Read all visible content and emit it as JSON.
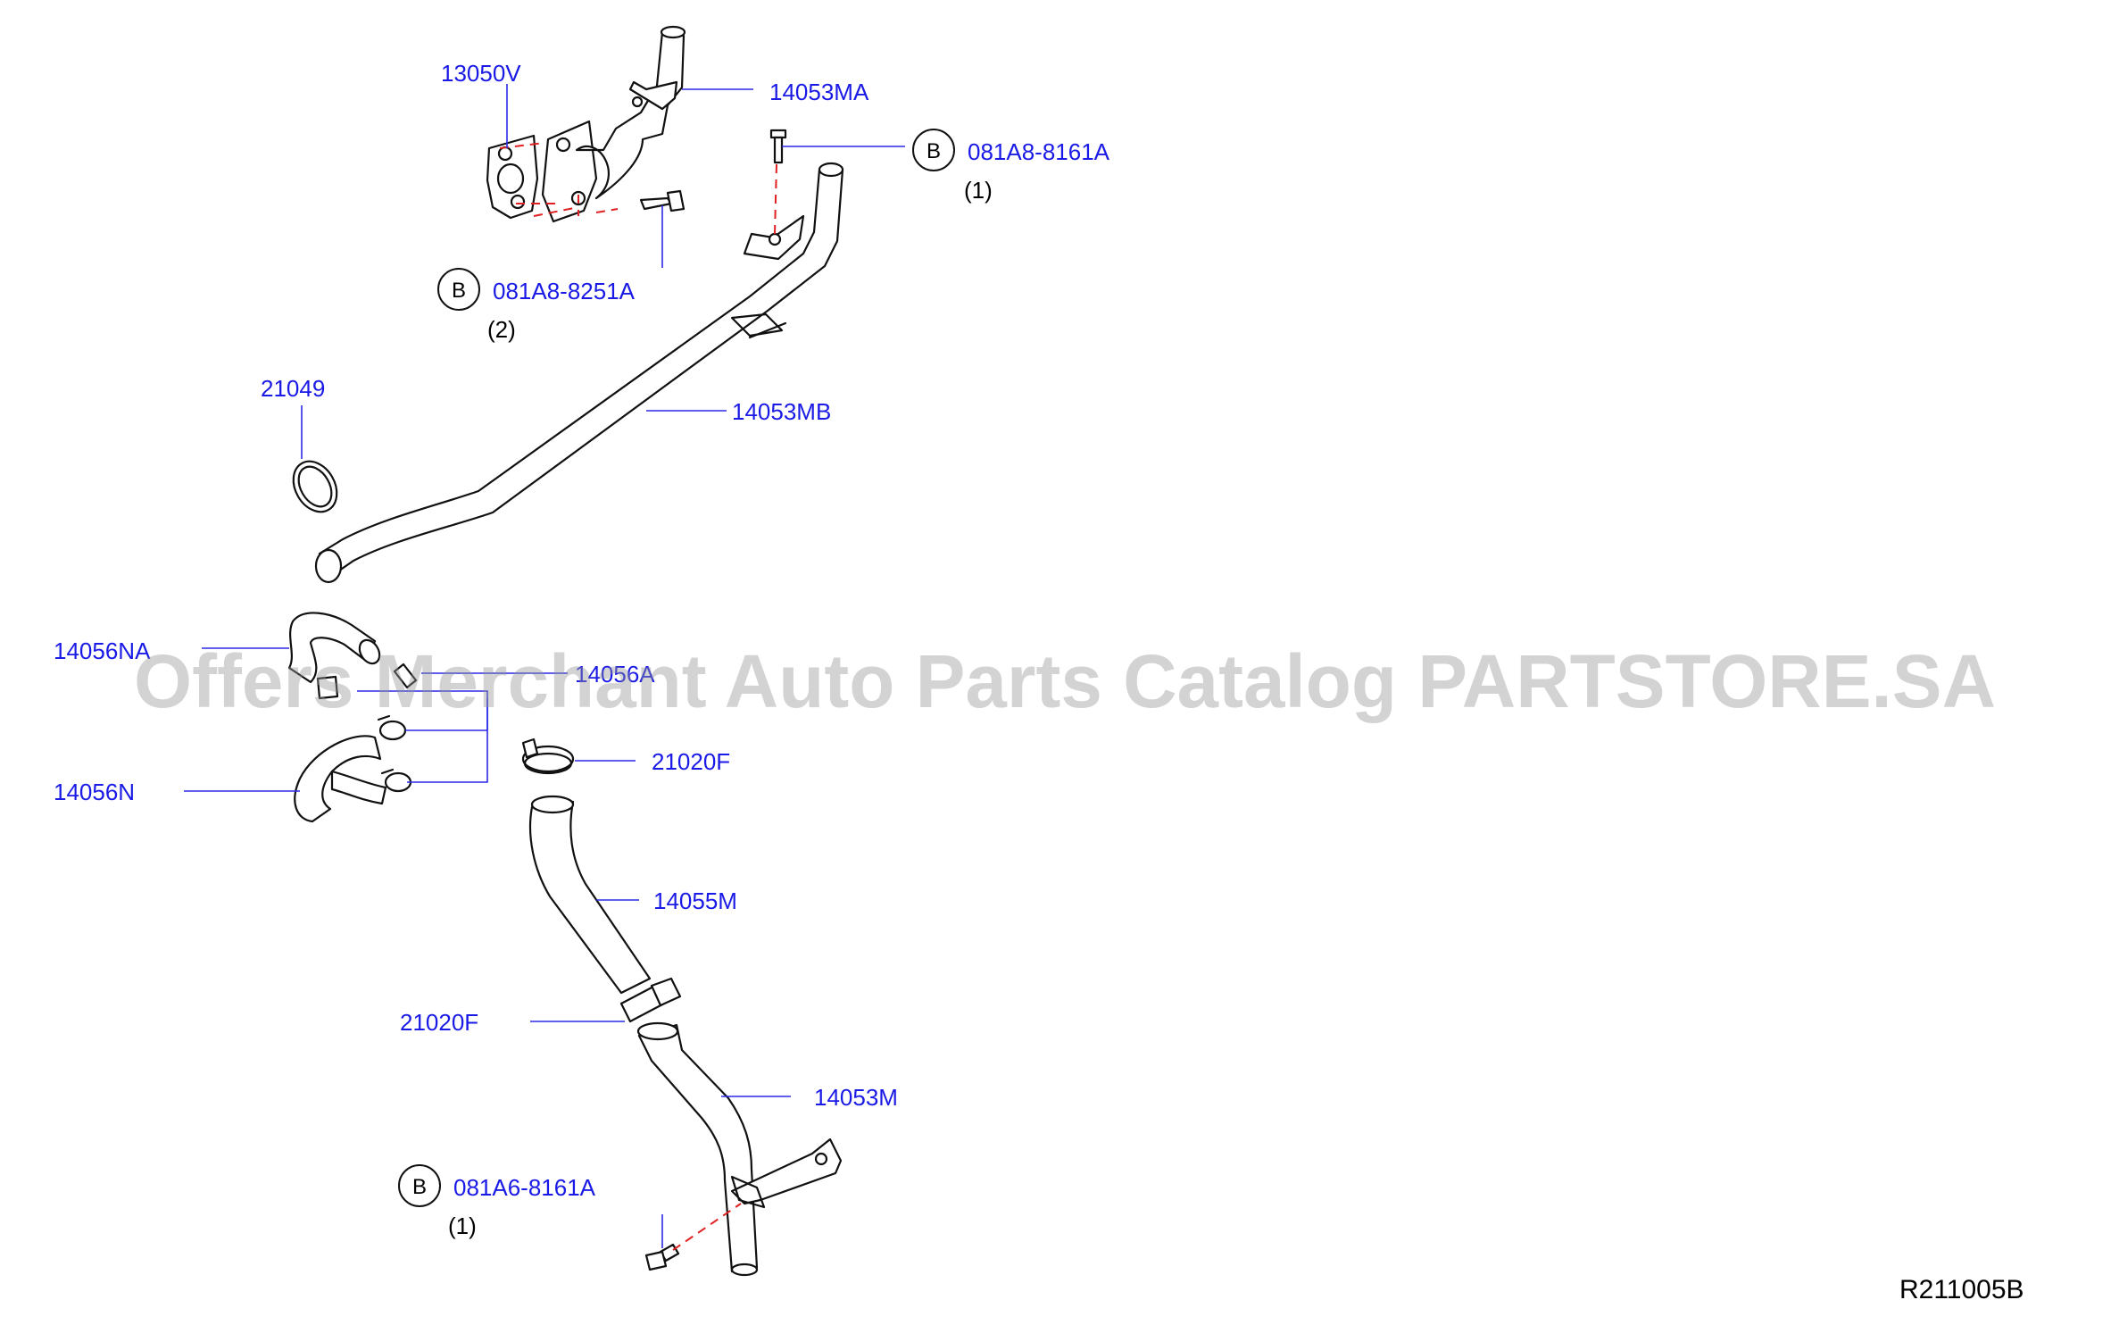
{
  "watermark": "Offers Merchant Auto Parts Catalog PARTSTORE.SA",
  "diagram_code": "R211005B",
  "callouts": {
    "c13050v": "13050V",
    "c14053ma": "14053MA",
    "c081a8_8161a": "081A8-8161A",
    "c081a8_8161a_qty": "(1)",
    "c081a8_8251a": "081A8-8251A",
    "c081a8_8251a_qty": "(2)",
    "c21049": "21049",
    "c14053mb": "14053MB",
    "c14056na": "14056NA",
    "c14056a": "14056A",
    "c14056n": "14056N",
    "c21020f_top": "21020F",
    "c14055m": "14055M",
    "c21020f_bottom": "21020F",
    "c14053m": "14053M",
    "c081a6_8161a": "081A6-8161A",
    "c081a6_8161a_qty": "(1)"
  },
  "bubble_letter": "B"
}
